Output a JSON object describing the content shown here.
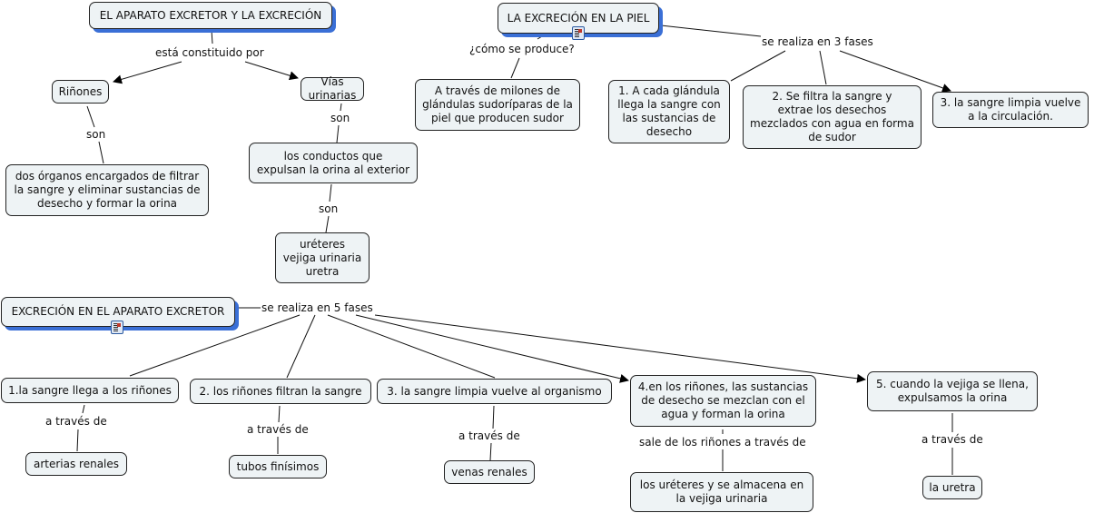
{
  "map1": {
    "root": "EL APARATO EXCRETOR Y LA EXCRECIÓN",
    "link_root": "está constituido por",
    "rinones": "Riñones",
    "vias": "Vías urinarias",
    "link_son_1": "son",
    "link_son_2": "son",
    "link_son_3": "son",
    "rinones_def": "dos órganos encargados de filtrar\nla sangre y eliminar sustancias de\ndesecho y formar la orina",
    "vias_def": "los conductos que\nexpulsan la orina al exterior",
    "vias_parts": "uréteres\nvejiga urinaria\nuretra"
  },
  "map2": {
    "root": "LA EXCRECIÓN EN LA PIEL",
    "link_how": "¿cómo se produce?",
    "how": "A través de milones de\nglándulas sudoríparas de la\npiel que producen sudor",
    "link_phases": "se realiza en 3 fases",
    "phase1": "1. A cada glándula\nllega la sangre  con\nlas sustancias de\ndesecho",
    "phase2": "2. Se filtra la sangre y\nextrae los desechos\nmezclados con agua en forma\nde sudor",
    "phase3": "3. la sangre limpia vuelve\na la circulación."
  },
  "map3": {
    "root": "EXCRECIÓN EN EL APARATO EXCRETOR",
    "link_phases": "se realiza en 5 fases",
    "phase1": "1.la sangre llega a los riñones",
    "phase2": "2. los riñones filtran la sangre",
    "phase3": "3. la sangre limpia vuelve  al organismo",
    "phase4": "4.en los riñones, las sustancias\nde desecho se mezclan con el\nagua y forman la orina",
    "phase5": "5. cuando la vejiga se llena,\nexpulsamos la orina",
    "link_via_1": "a través de",
    "link_via_2": "a través de",
    "link_via_3": "a través de",
    "link_via_4": "sale de los riñones a través de",
    "link_via_5": "a través de",
    "via1": "arterias renales",
    "via2": "tubos finísimos",
    "via3": "venas renales",
    "via4": "los uréteres y se almacena en\nla vejiga urinaria",
    "via5": "la uretra"
  },
  "icons": {
    "resource": "document-resource-icon"
  },
  "colors": {
    "node_fill": "#eef3f5",
    "root_shadow": "#3a6fd6",
    "line": "#111111"
  }
}
